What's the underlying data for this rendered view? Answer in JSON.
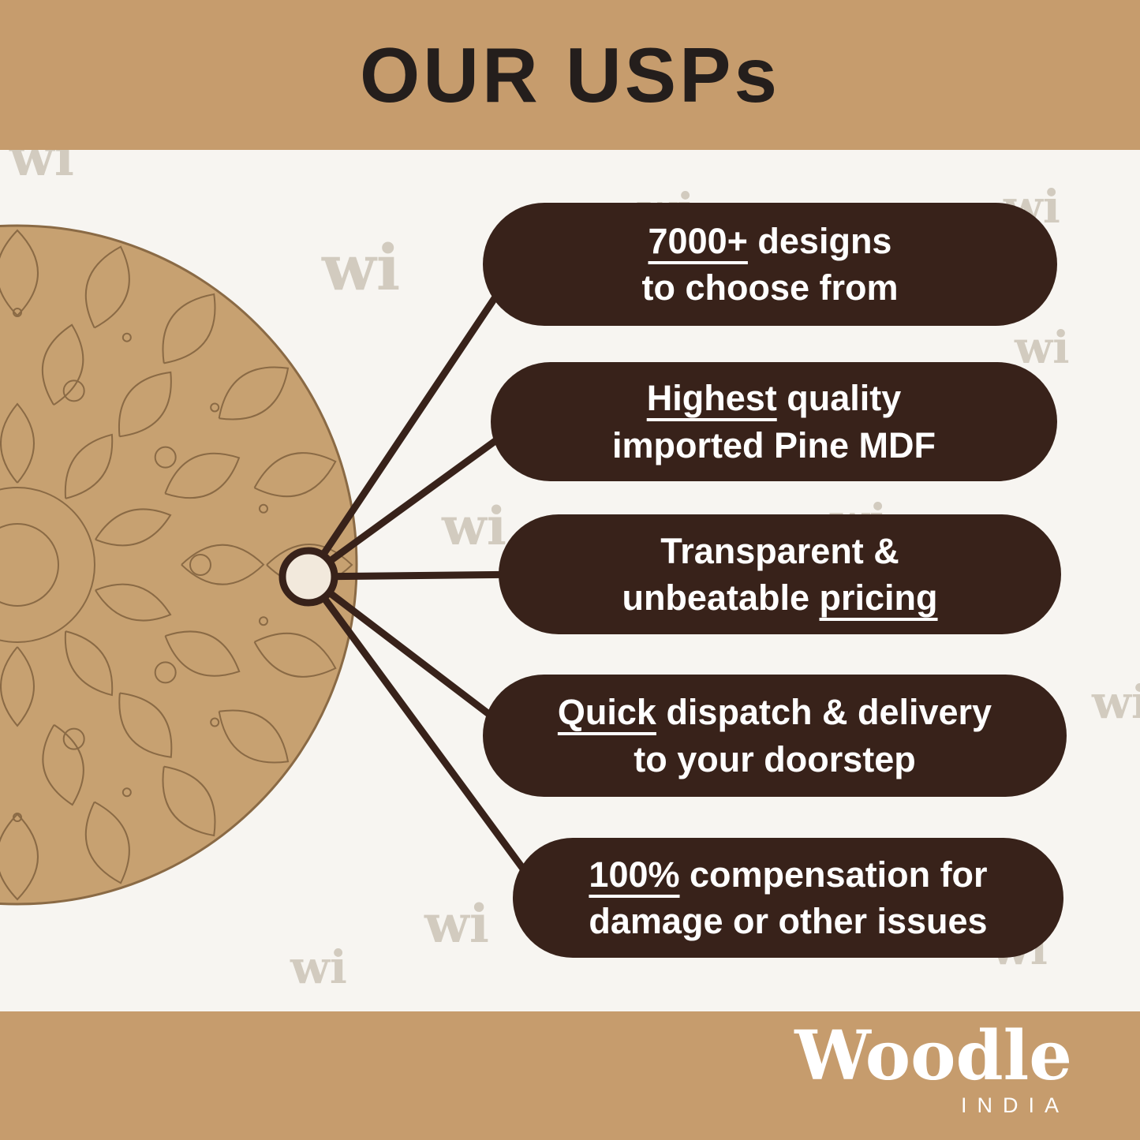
{
  "header": {
    "title": "OUR USPs"
  },
  "watermark": {
    "text": "wi"
  },
  "usps": [
    {
      "lines": [
        [
          {
            "t": "7000+",
            "u": true
          },
          {
            "t": " designs",
            "u": false
          }
        ],
        [
          {
            "t": "to choose from",
            "u": false
          }
        ]
      ]
    },
    {
      "lines": [
        [
          {
            "t": "Highest",
            "u": true
          },
          {
            "t": " quality",
            "u": false
          }
        ],
        [
          {
            "t": "imported Pine MDF",
            "u": false
          }
        ]
      ]
    },
    {
      "lines": [
        [
          {
            "t": "Transparent &",
            "u": false
          }
        ],
        [
          {
            "t": "unbeatable ",
            "u": false
          },
          {
            "t": "pricing",
            "u": true
          }
        ]
      ]
    },
    {
      "lines": [
        [
          {
            "t": "Quick",
            "u": true
          },
          {
            "t": " dispatch & delivery",
            "u": false
          }
        ],
        [
          {
            "t": "to your doorstep",
            "u": false
          }
        ]
      ]
    },
    {
      "lines": [
        [
          {
            "t": "100%",
            "u": true
          },
          {
            "t": " compensation for",
            "u": false
          }
        ],
        [
          {
            "t": "damage or other issues",
            "u": false
          }
        ]
      ]
    }
  ],
  "footer": {
    "brand": "Woodle",
    "country": "INDIA"
  },
  "colors": {
    "banner": "#C69C6D",
    "pill": "#38221A",
    "bg": "#F7F5F1",
    "mdf": "#C7A171",
    "mdf_line": "#8A6A45",
    "connector": "#38221A",
    "node_fill": "#F2E9DC",
    "title_text": "#241E1C",
    "pill_text": "#FFFFFF"
  }
}
